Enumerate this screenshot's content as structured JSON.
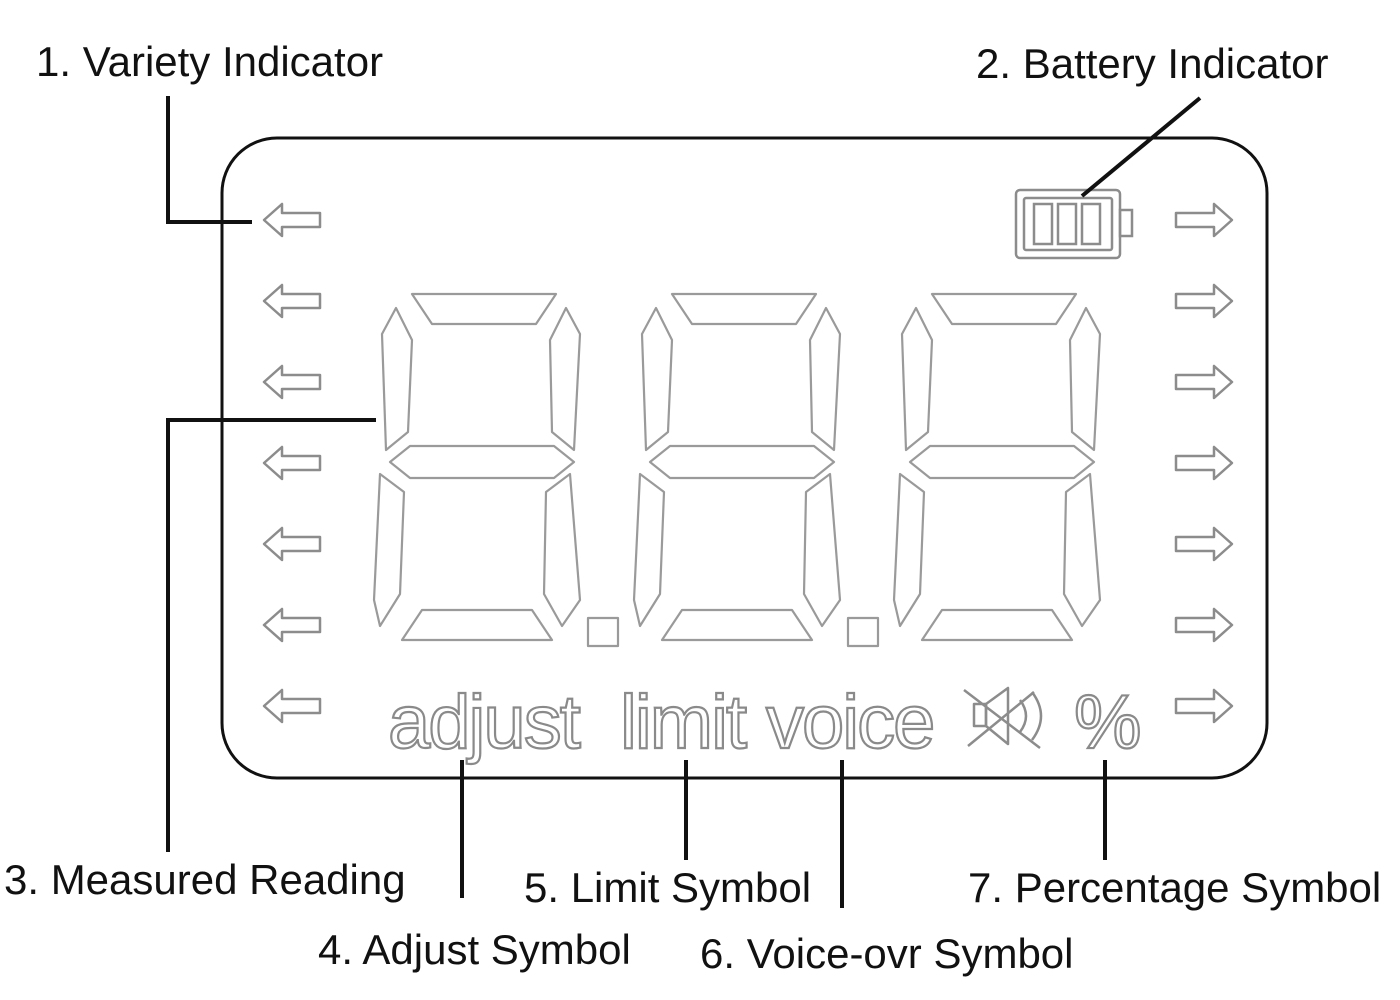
{
  "callouts": {
    "variety": "1. Variety Indicator",
    "battery": "2. Battery Indicator",
    "measured": "3. Measured Reading",
    "adjust": "4. Adjust Symbol",
    "limit": "5. Limit Symbol",
    "voice": "6. Voice-ovr Symbol",
    "percentage": "7. Percentage Symbol"
  },
  "display": {
    "adjust_word": "adjust",
    "limit_word": "limit",
    "voice_word": "voice",
    "percent_sign": "%",
    "digit_count": 3,
    "left_arrow_count": 7,
    "right_arrow_count": 7,
    "battery_bars": 3
  },
  "colors": {
    "line": "#111111",
    "segment": "#9a9a9a"
  }
}
